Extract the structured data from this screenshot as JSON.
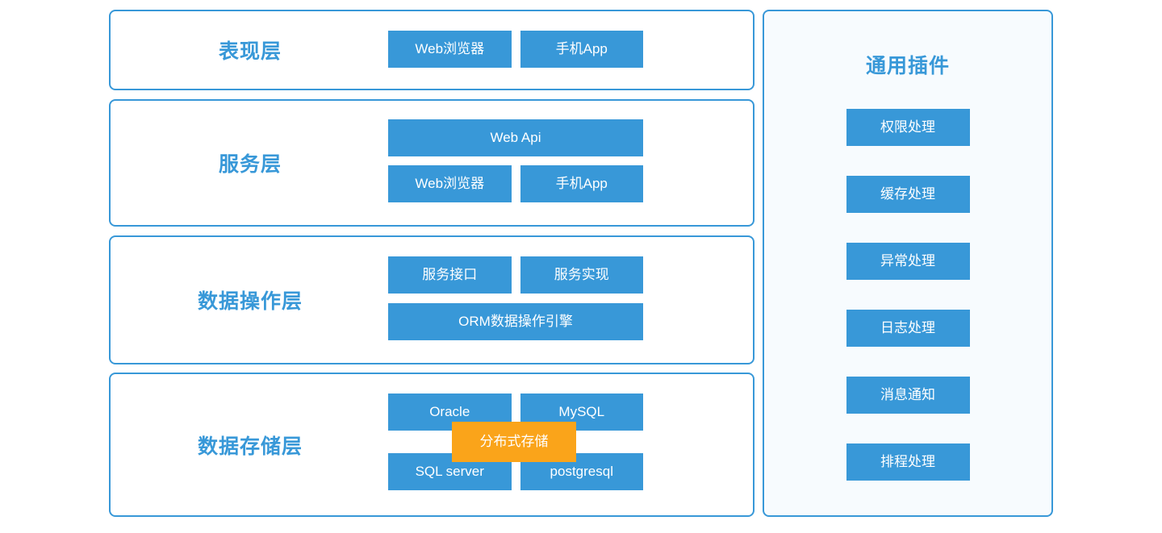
{
  "colors": {
    "primary_blue": "#3898d8",
    "accent_orange": "#faa41a",
    "panel_background": "#f7fbfe",
    "page_background": "#ffffff",
    "box_text": "#ffffff"
  },
  "layers": [
    {
      "title": "表现层",
      "rows": [
        [
          "Web浏览器",
          "手机App"
        ]
      ]
    },
    {
      "title": "服务层",
      "rows": [
        [
          "Web Api"
        ],
        [
          "Web浏览器",
          "手机App"
        ]
      ]
    },
    {
      "title": "数据操作层",
      "rows": [
        [
          "服务接口",
          "服务实现"
        ],
        [
          "ORM数据操作引擎"
        ]
      ]
    },
    {
      "title": "数据存储层",
      "rows": [
        [
          "Oracle",
          "MySQL"
        ],
        [
          "SQL server",
          "postgresql"
        ]
      ],
      "overlay": "分布式存储"
    }
  ],
  "plugins_panel": {
    "title": "通用插件",
    "items": [
      "权限处理",
      "缓存处理",
      "异常处理",
      "日志处理",
      "消息通知",
      "排程处理"
    ]
  }
}
